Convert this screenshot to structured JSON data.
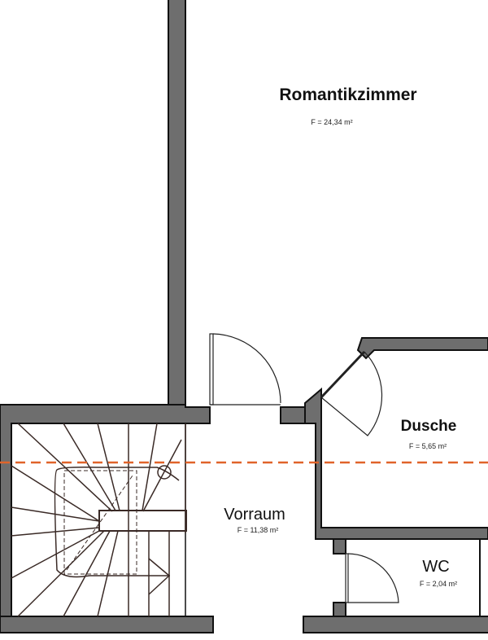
{
  "rooms": [
    {
      "name": "Romantikzimmer",
      "area": "F = 24,34 m²"
    },
    {
      "name": "Dusche",
      "area": "F = 5,65 m²"
    },
    {
      "name": "Vorraum",
      "area": "F = 11,38 m²"
    },
    {
      "name": "WC",
      "area": "F = 2,04 m²"
    }
  ],
  "colors": {
    "wall": "#6e6e6e",
    "outline": "#111111",
    "section_line": "#e0642a",
    "stair": "#3a2a26"
  }
}
